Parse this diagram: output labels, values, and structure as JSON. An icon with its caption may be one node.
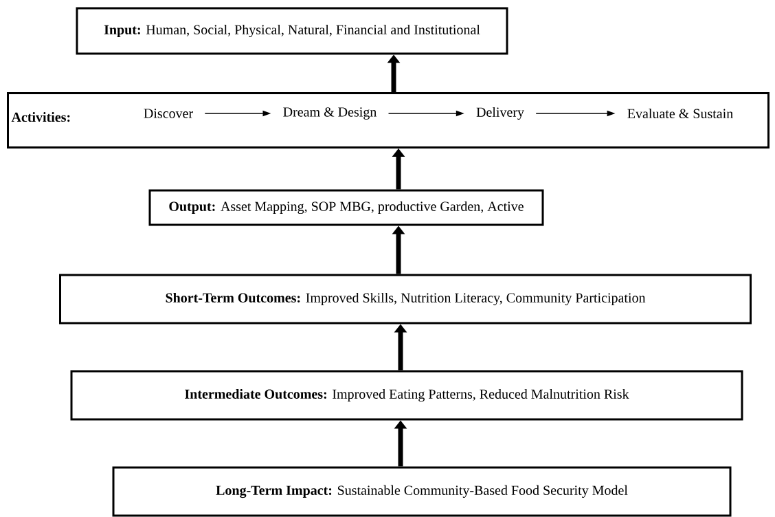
{
  "diagram": {
    "nodes": [
      {
        "text": [
          "**Input:** Human, Social, Physical, Natural, Financial and Institutional"
        ]
      },
      {
        "text": [
          "Activities:"
        ]
      },
      {
        "text": [
          "Discover"
        ],
        "in": 1
      },
      {
        "text": [
          "Dream & Design"
        ],
        "in": 1
      },
      {
        "text": [
          "Delivery"
        ],
        "in": 1
      },
      {
        "text": [
          "Evaluate & Sustain"
        ],
        "in": 1
      },
      {
        "text": [
          "**Output:** Asset Mapping, SOP MBG, productive Garden, Active"
        ]
      },
      {
        "text": [
          "**Short-Term Outcomes:** Improved Skills, Nutrition Literacy, Community Participation"
        ]
      },
      {
        "text": [
          "**Intermediate Outcomes:** Improved Eating Patterns, Reduced Malnutrition Risk"
        ]
      },
      {
        "text": [
          "**Long-Term Impact:** Sustainable Community-Based Food Security Model"
        ]
      }
    ],
    "edges": [
      {
        "from": 2,
        "to": 3,
        "arrow": "to"
      },
      {
        "from": 3,
        "to": 4,
        "arrow": "to"
      },
      {
        "from": 4,
        "to": 5,
        "arrow": "to"
      },
      {
        "from": 1,
        "to": 0,
        "arrow": "to"
      },
      {
        "from": 6,
        "to": 1,
        "arrow": "to"
      },
      {
        "from": 7,
        "to": 6,
        "arrow": "to"
      },
      {
        "from": 8,
        "to": 7,
        "arrow": "to"
      },
      {
        "from": 9,
        "to": 8,
        "arrow": "to"
      }
    ]
  }
}
